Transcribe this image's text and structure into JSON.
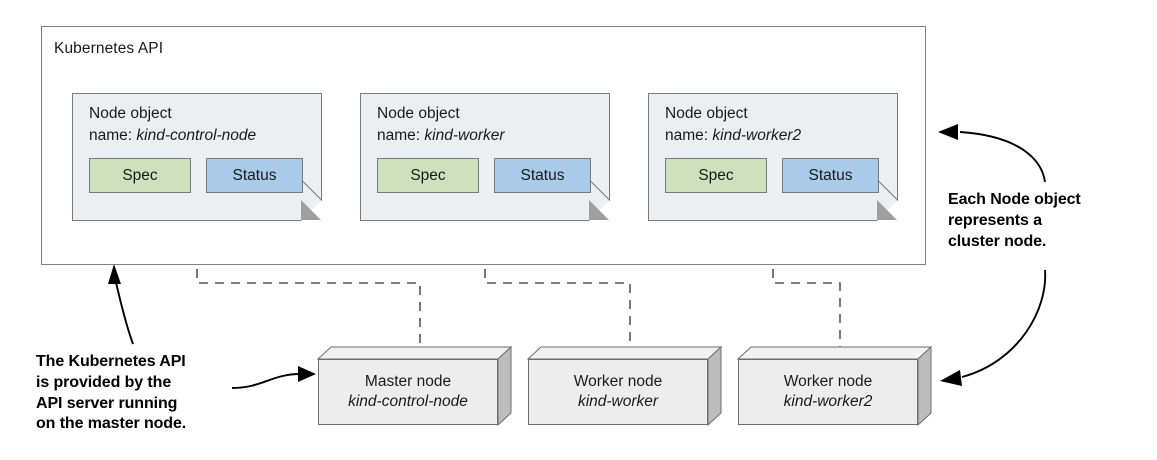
{
  "diagram": {
    "title": "Kubernetes API",
    "api_box_label": "Kubernetes API",
    "node_objects": [
      {
        "heading": "Node object",
        "name_label": "name:",
        "name_value": "kind-control-node",
        "spec_label": "Spec",
        "status_label": "Status"
      },
      {
        "heading": "Node object",
        "name_label": "name:",
        "name_value": "kind-worker",
        "spec_label": "Spec",
        "status_label": "Status"
      },
      {
        "heading": "Node object",
        "name_label": "name:",
        "name_value": "kind-worker2",
        "spec_label": "Spec",
        "status_label": "Status"
      }
    ],
    "machines": [
      {
        "role": "Master node",
        "hostname": "kind-control-node"
      },
      {
        "role": "Worker node",
        "hostname": "kind-worker"
      },
      {
        "role": "Worker node",
        "hostname": "kind-worker2"
      }
    ],
    "callouts": {
      "left": "The Kubernetes API is provided by the API server running on the master node.",
      "left_lines": [
        "The Kubernetes API",
        "is provided by the",
        "API server running",
        "on the master node."
      ],
      "right": "Each Node object represents a cluster node.",
      "right_lines": [
        "Each Node object",
        "represents a",
        "cluster node."
      ]
    },
    "colors": {
      "spec_fill": "#cfe0bd",
      "status_fill": "#a9cae9",
      "card_fill": "#eceff1",
      "machine_fill": "#ededed",
      "machine_side": "#bcbcbc",
      "stroke": "#7a7a7a",
      "text": "#1a1a1a",
      "callout_text": "#000000"
    },
    "connectors": {
      "style": "dashed",
      "count": 3,
      "description": "Each Node object card connects by a dashed elbow line down to its matching cluster machine."
    }
  }
}
